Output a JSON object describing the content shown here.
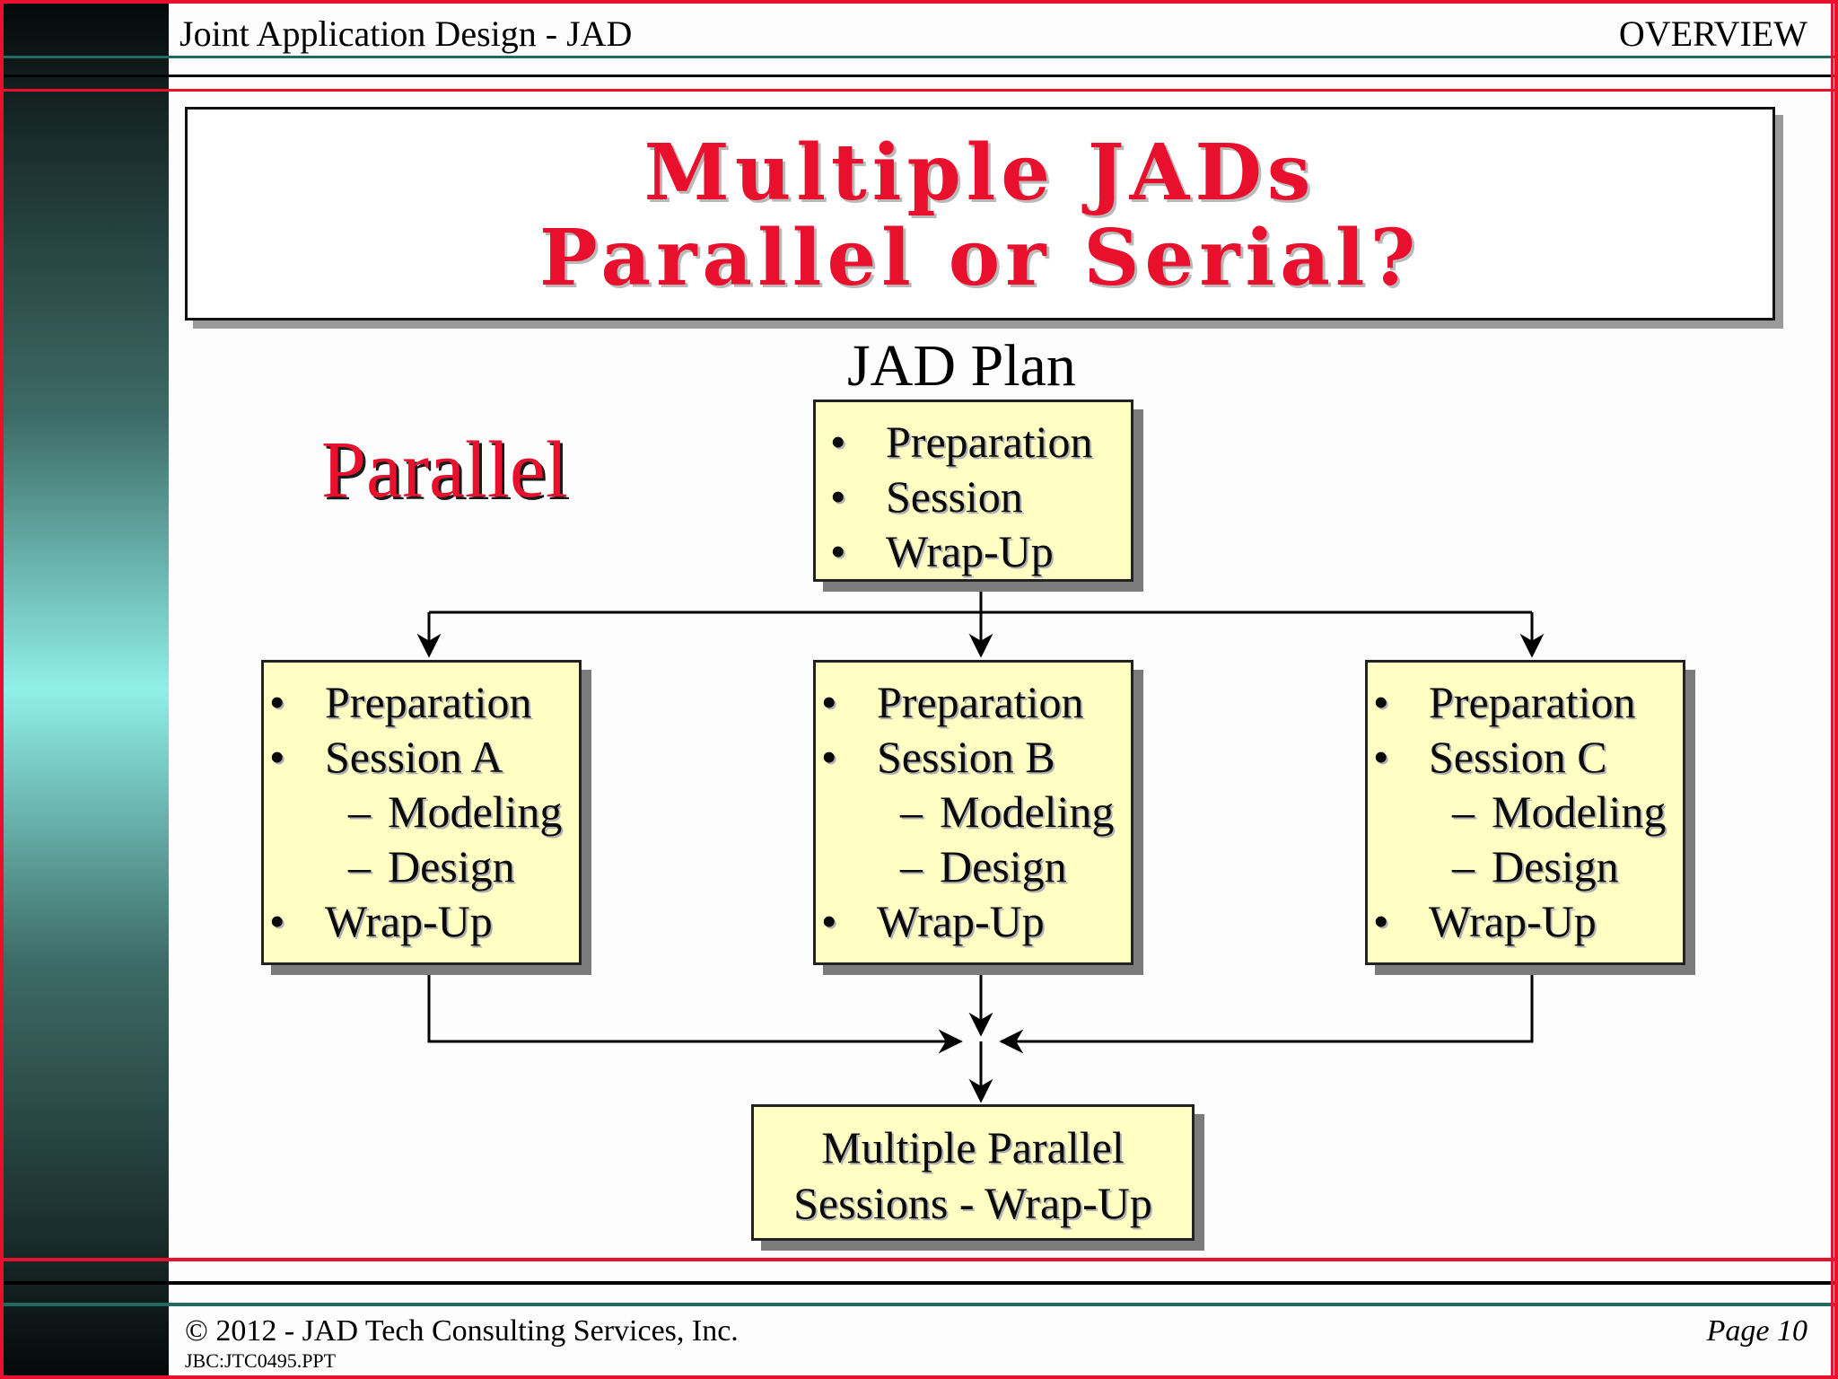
{
  "header": {
    "left": "Joint Application Design - JAD",
    "right": "OVERVIEW"
  },
  "title": {
    "line1": "Multiple JADs",
    "line2": "Parallel or Serial?"
  },
  "label_parallel": "Parallel",
  "plan": {
    "label": "JAD Plan",
    "items": [
      "Preparation",
      "Session",
      "Wrap-Up"
    ]
  },
  "bullet": "•",
  "dash": "–",
  "sessions": [
    {
      "prep": "Preparation",
      "session": "Session A",
      "sub1": "Modeling",
      "sub2": "Design",
      "wrap": "Wrap-Up"
    },
    {
      "prep": "Preparation",
      "session": "Session B",
      "sub1": "Modeling",
      "sub2": "Design",
      "wrap": "Wrap-Up"
    },
    {
      "prep": "Preparation",
      "session": "Session C",
      "sub1": "Modeling",
      "sub2": "Design",
      "wrap": "Wrap-Up"
    }
  ],
  "final_box": {
    "line1": "Multiple Parallel",
    "line2": "Sessions - Wrap-Up"
  },
  "footer": {
    "copyright": "© 2012 - JAD Tech Consulting Services, Inc.",
    "file": "JBC:JTC0495.PPT",
    "page": "Page 10"
  },
  "colors": {
    "accent_red": "#e8102c",
    "box_fill": "#ffffc4",
    "teal_rule": "#1f6b60"
  }
}
